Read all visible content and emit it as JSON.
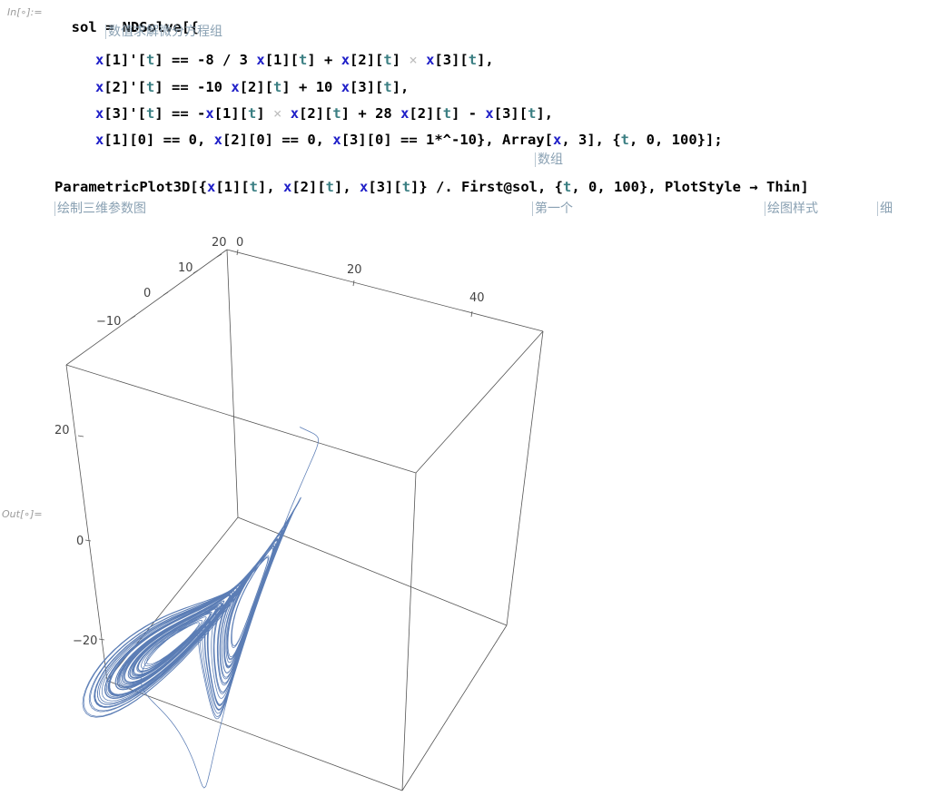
{
  "cell_in_label": "In[∘]:=",
  "cell_out_label": "Out[∘]=",
  "code": {
    "l1_a": "sol",
    "l1_b": " = ",
    "l1_c": "NDSolve[{",
    "hint_ndsolve": "数值求解微分方程组",
    "e1": [
      "x",
      "[1]'[",
      "t",
      "] == -8 / 3 ",
      "x",
      "[1][",
      "t",
      "] + ",
      "x",
      "[2][",
      "t",
      "] ",
      "×",
      " ",
      "x",
      "[3][",
      "t",
      "],"
    ],
    "e2": [
      "x",
      "[2]'[",
      "t",
      "] == -10 ",
      "x",
      "[2][",
      "t",
      "] + 10 ",
      "x",
      "[3][",
      "t",
      "],"
    ],
    "e3": [
      "x",
      "[3]'[",
      "t",
      "] == -",
      "x",
      "[1][",
      "t",
      "] ",
      "×",
      " ",
      "x",
      "[2][",
      "t",
      "] + 28 ",
      "x",
      "[2][",
      "t",
      "] - ",
      "x",
      "[3][",
      "t",
      "],"
    ],
    "e4": [
      "x",
      "[1][0] == 0, ",
      "x",
      "[2][0] == 0, ",
      "x",
      "[3][0] == 1*^-10}, Array[",
      "x",
      ", 3], {",
      "t",
      ", 0, 100}];"
    ],
    "hint_array": "数组",
    "p1": [
      "ParametricPlot3D[{",
      "x",
      "[1][",
      "t",
      "], ",
      "x",
      "[2][",
      "t",
      "], ",
      "x",
      "[3][",
      "t",
      "]} /. First@sol, {",
      "t",
      ", 0, 100}, PlotStyle → Thin]"
    ],
    "hint_plot": "绘制三维参数图",
    "hint_first": "第一个",
    "hint_style": "绘图样式",
    "hint_thin": "细"
  },
  "plot": {
    "type": "ParametricPlot3D",
    "curve_color": "#5b7db5",
    "system": {
      "sigma": 10,
      "rho": 28,
      "beta": 2.6667,
      "t_max": 100
    },
    "axis_x_ticks": [
      "−10",
      "0",
      "10",
      "20"
    ],
    "axis_y_ticks": [
      "0",
      "20",
      "40"
    ],
    "axis_z_ticks": [
      "20",
      "0",
      "−20"
    ]
  }
}
